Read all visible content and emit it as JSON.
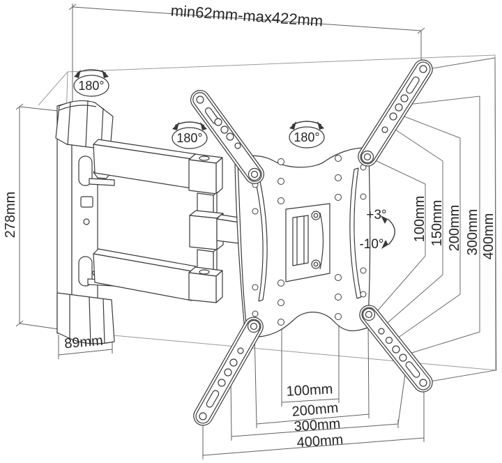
{
  "diagram": {
    "type": "technical-drawing",
    "subject": "Articulating TV wall mount dimension diagram",
    "line_color": "#3a3a3a",
    "dim_color": "#606060",
    "background": "#ffffff"
  },
  "dimensions": {
    "extension_range": "min62mm-max422mm",
    "bracket_height": "278mm",
    "bracket_depth": "89mm",
    "vesa_horizontal": [
      "100mm",
      "200mm",
      "300mm",
      "400mm"
    ],
    "vesa_vertical": [
      "100mm",
      "150mm",
      "200mm",
      "300mm",
      "400mm"
    ]
  },
  "angles": {
    "swivel": [
      "180°",
      "180°",
      "180°"
    ],
    "tilt_up": "+3°",
    "tilt_down": "-10°"
  }
}
